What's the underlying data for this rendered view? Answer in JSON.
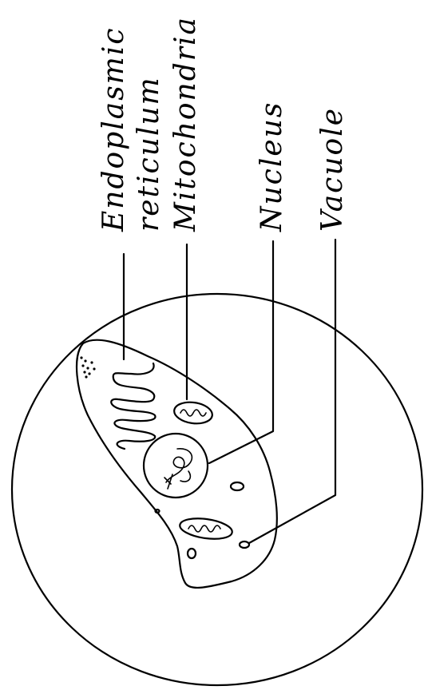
{
  "labels": {
    "er_line1": "Endoplasmic",
    "er_line2": "reticulum",
    "mitochondria": "Mitochondria",
    "nucleus": "Nucleus",
    "vacuole": "Vacuole"
  },
  "colors": {
    "ink": "#000000",
    "background": "#ffffff"
  }
}
